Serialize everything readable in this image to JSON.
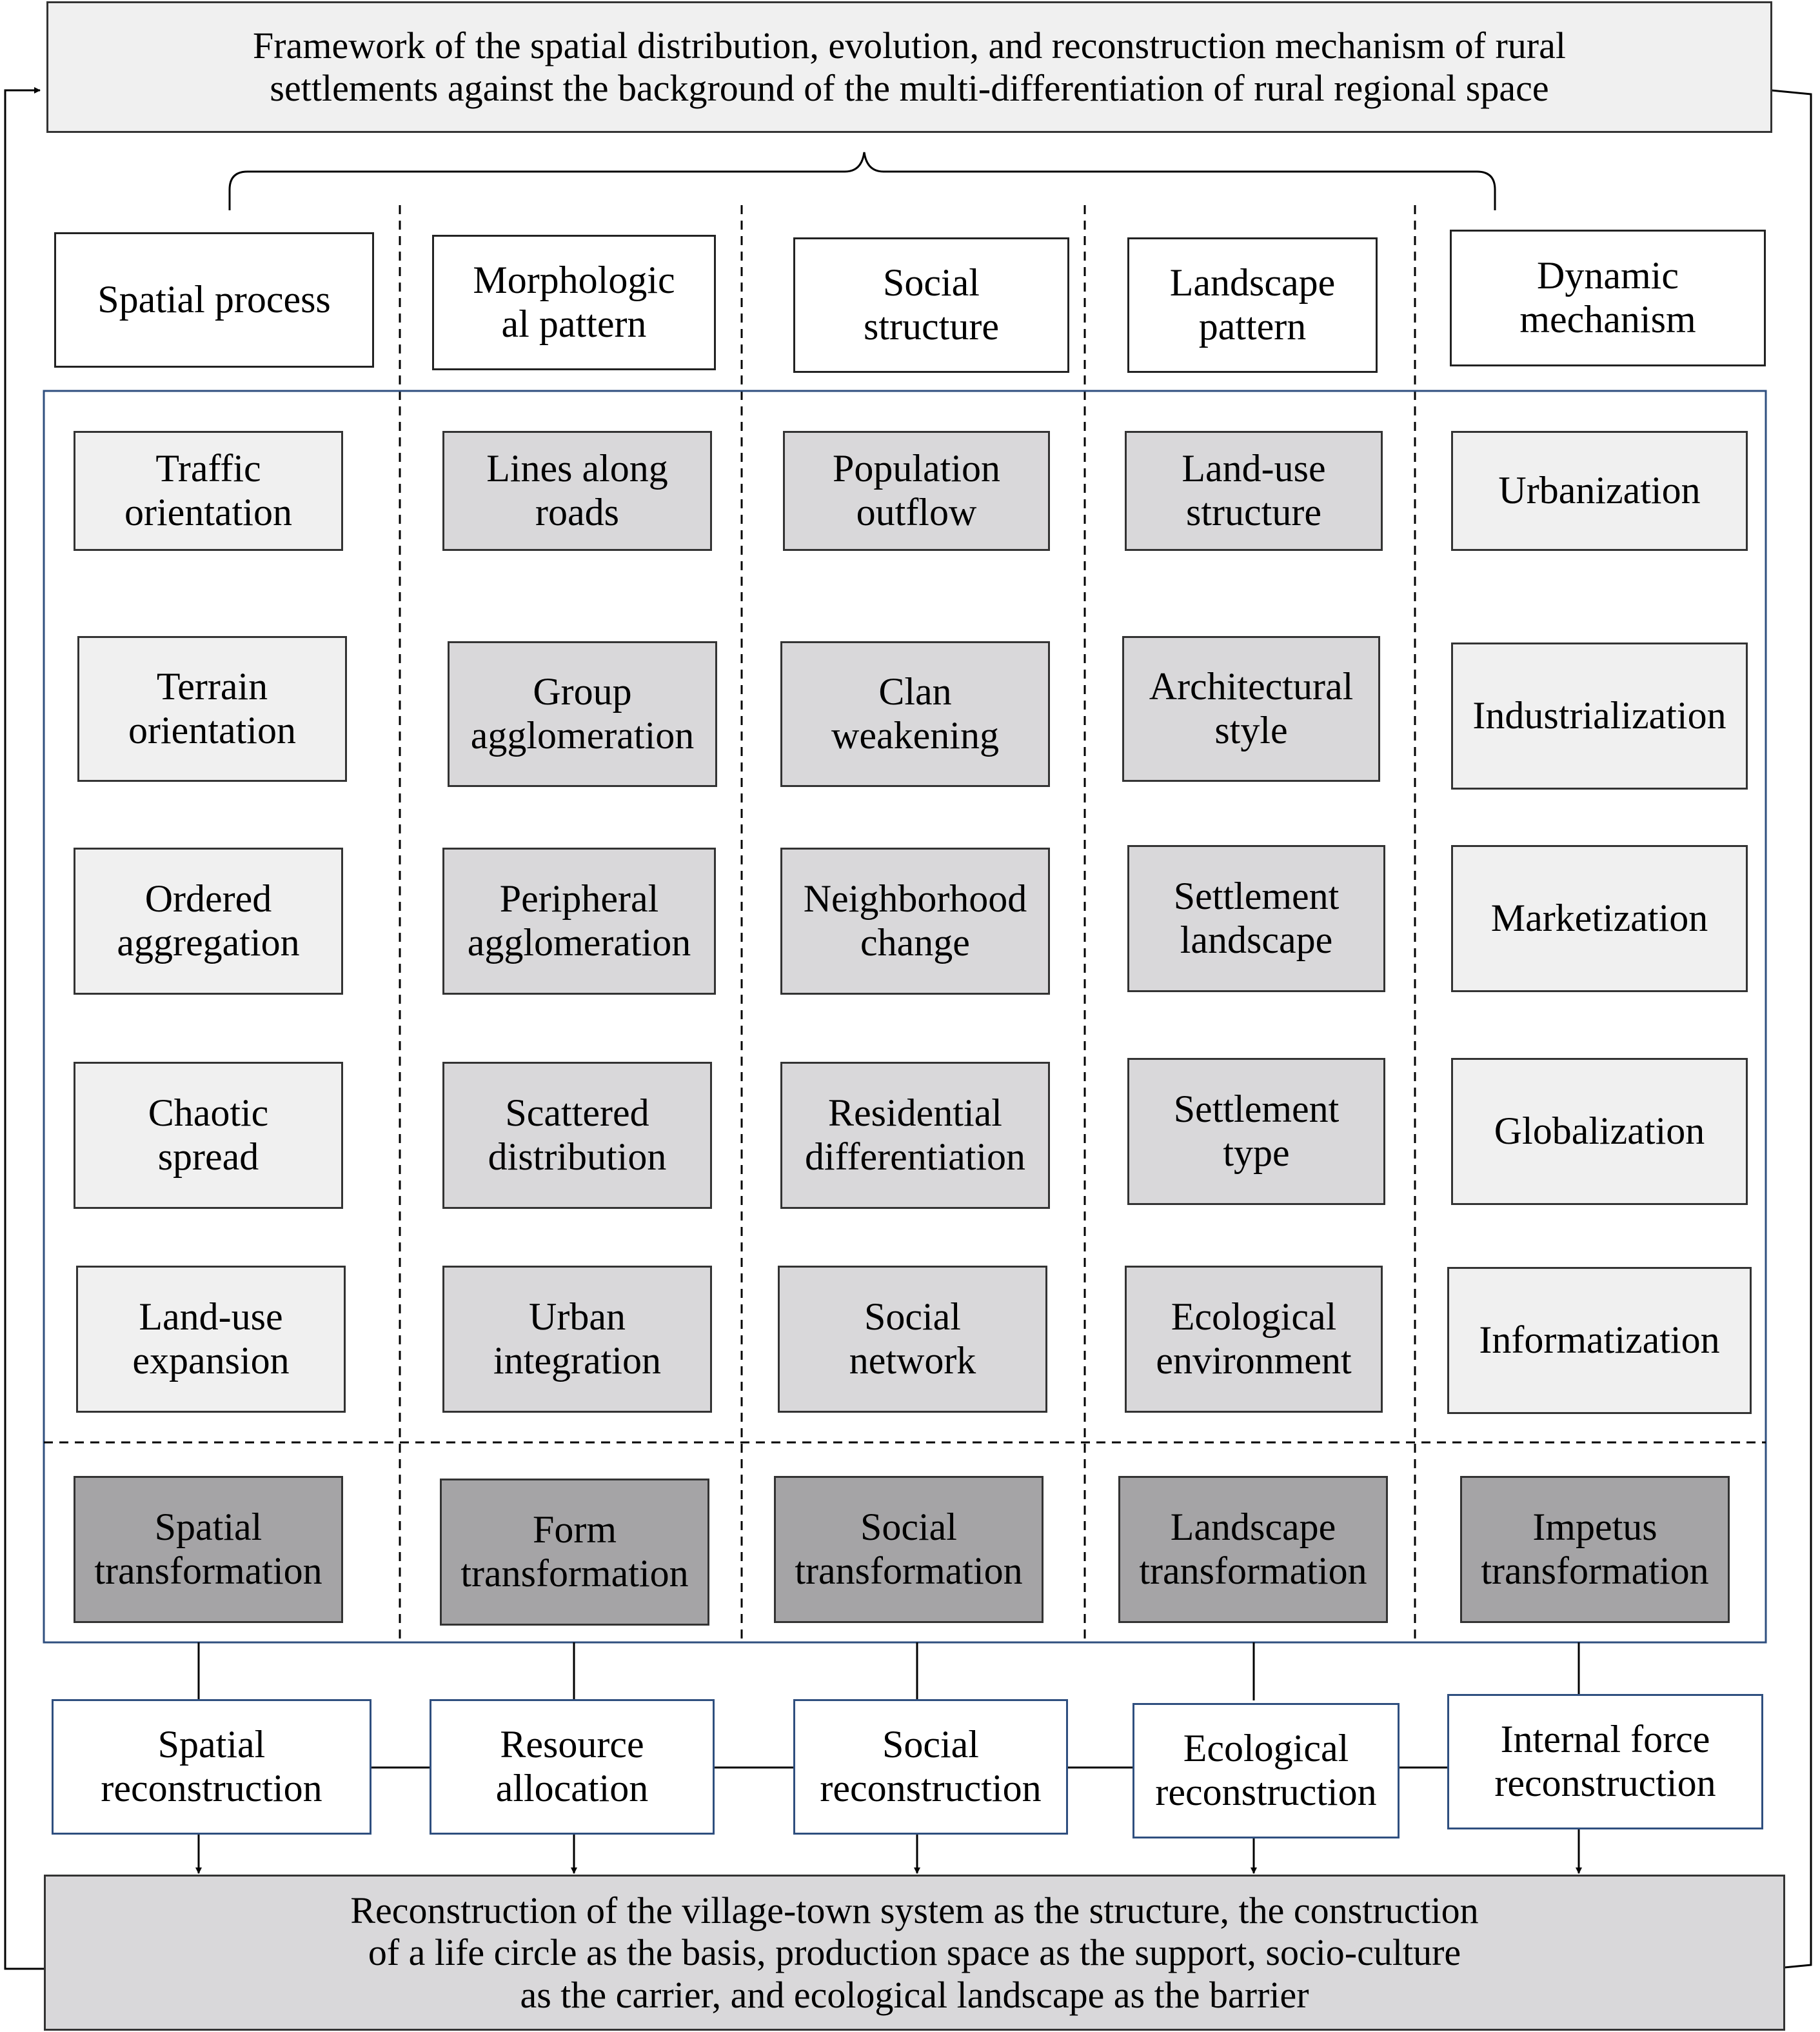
{
  "title": "Framework of the spatial distribution, evolution, and reconstruction mechanism of rural\nsettlements against the background of the multi-differentiation of rural regional space",
  "categories": [
    "Spatial process",
    "Morphologic\nal pattern",
    "Social\nstructure",
    "Landscape\npattern",
    "Dynamic\nmechanism"
  ],
  "columns": [
    {
      "items": [
        "Traffic\norientation",
        "Terrain\norientation",
        "Ordered\naggregation",
        "Chaotic\nspread",
        "Land-use\nexpansion"
      ],
      "transformation": "Spatial\ntransformation",
      "reconstruction": "Spatial\nreconstruction"
    },
    {
      "items": [
        "Lines along\nroads",
        "Group\nagglomeration",
        "Peripheral\nagglomeration",
        "Scattered\ndistribution",
        "Urban\nintegration"
      ],
      "transformation": "Form\ntransformation",
      "reconstruction": "Resource\nallocation"
    },
    {
      "items": [
        "Population\noutflow",
        "Clan\nweakening",
        "Neighborhood\nchange",
        "Residential\ndifferentiation",
        "Social\nnetwork"
      ],
      "transformation": "Social\ntransformation",
      "reconstruction": "Social\nreconstruction"
    },
    {
      "items": [
        "Land-use\nstructure",
        "Architectural\nstyle",
        "Settlement\nlandscape",
        "Settlement\ntype",
        "Ecological\nenvironment"
      ],
      "transformation": "Landscape\ntransformation",
      "reconstruction": "Ecological\nreconstruction"
    },
    {
      "items": [
        "Urbanization",
        "Industrialization",
        "Marketization",
        "Globalization",
        "Informatization"
      ],
      "transformation": "Impetus\ntransformation",
      "reconstruction": "Internal force\nreconstruction"
    }
  ],
  "bottom": "Reconstruction of the village-town system as the structure, the construction\nof a life circle as the basis, production space as the support, socio-culture\nas the carrier, and ecological landscape as the barrier"
}
